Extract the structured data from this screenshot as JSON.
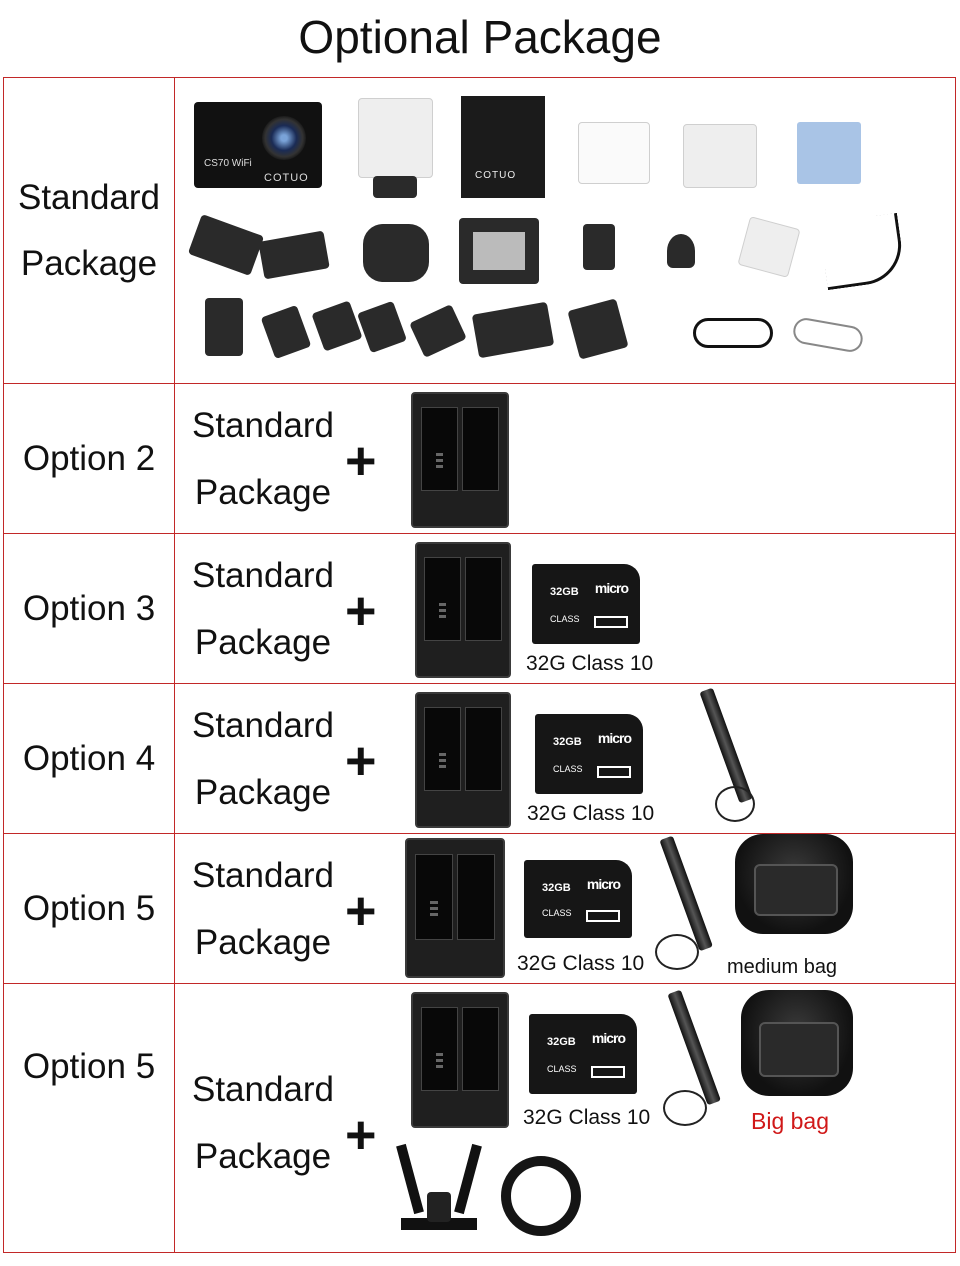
{
  "title": "Optional Package",
  "rows": [
    {
      "label_line1": "Standard",
      "label_line2": "Package",
      "camera": {
        "model_text": "CS70 WiFi",
        "brand_text": "COTUO",
        "box_brand_text": "COTUO"
      }
    },
    {
      "label": "Option 2",
      "standard_line1": "Standard",
      "standard_line2": "Package",
      "plus": "+"
    },
    {
      "label": "Option 3",
      "standard_line1": "Standard",
      "standard_line2": "Package",
      "plus": "+",
      "card_caption": "32G Class 10"
    },
    {
      "label": "Option 4",
      "standard_line1": "Standard",
      "standard_line2": "Package",
      "plus": "+",
      "card_caption": "32G Class 10"
    },
    {
      "label": "Option 5",
      "standard_line1": "Standard",
      "standard_line2": "Package",
      "plus": "+",
      "card_caption": "32G Class 10",
      "bag_caption": "medium bag"
    },
    {
      "label": "Option 5",
      "standard_line1": "Standard",
      "standard_line2": "Package",
      "plus": "+",
      "card_caption": "32G Class 10",
      "bag_caption": "Big bag"
    }
  ],
  "sdcard": {
    "capacity": "32GB",
    "brand": "micro",
    "class_text": "CLASS"
  },
  "colors": {
    "border": "#c22828",
    "big_bag_caption": "#d01818"
  }
}
